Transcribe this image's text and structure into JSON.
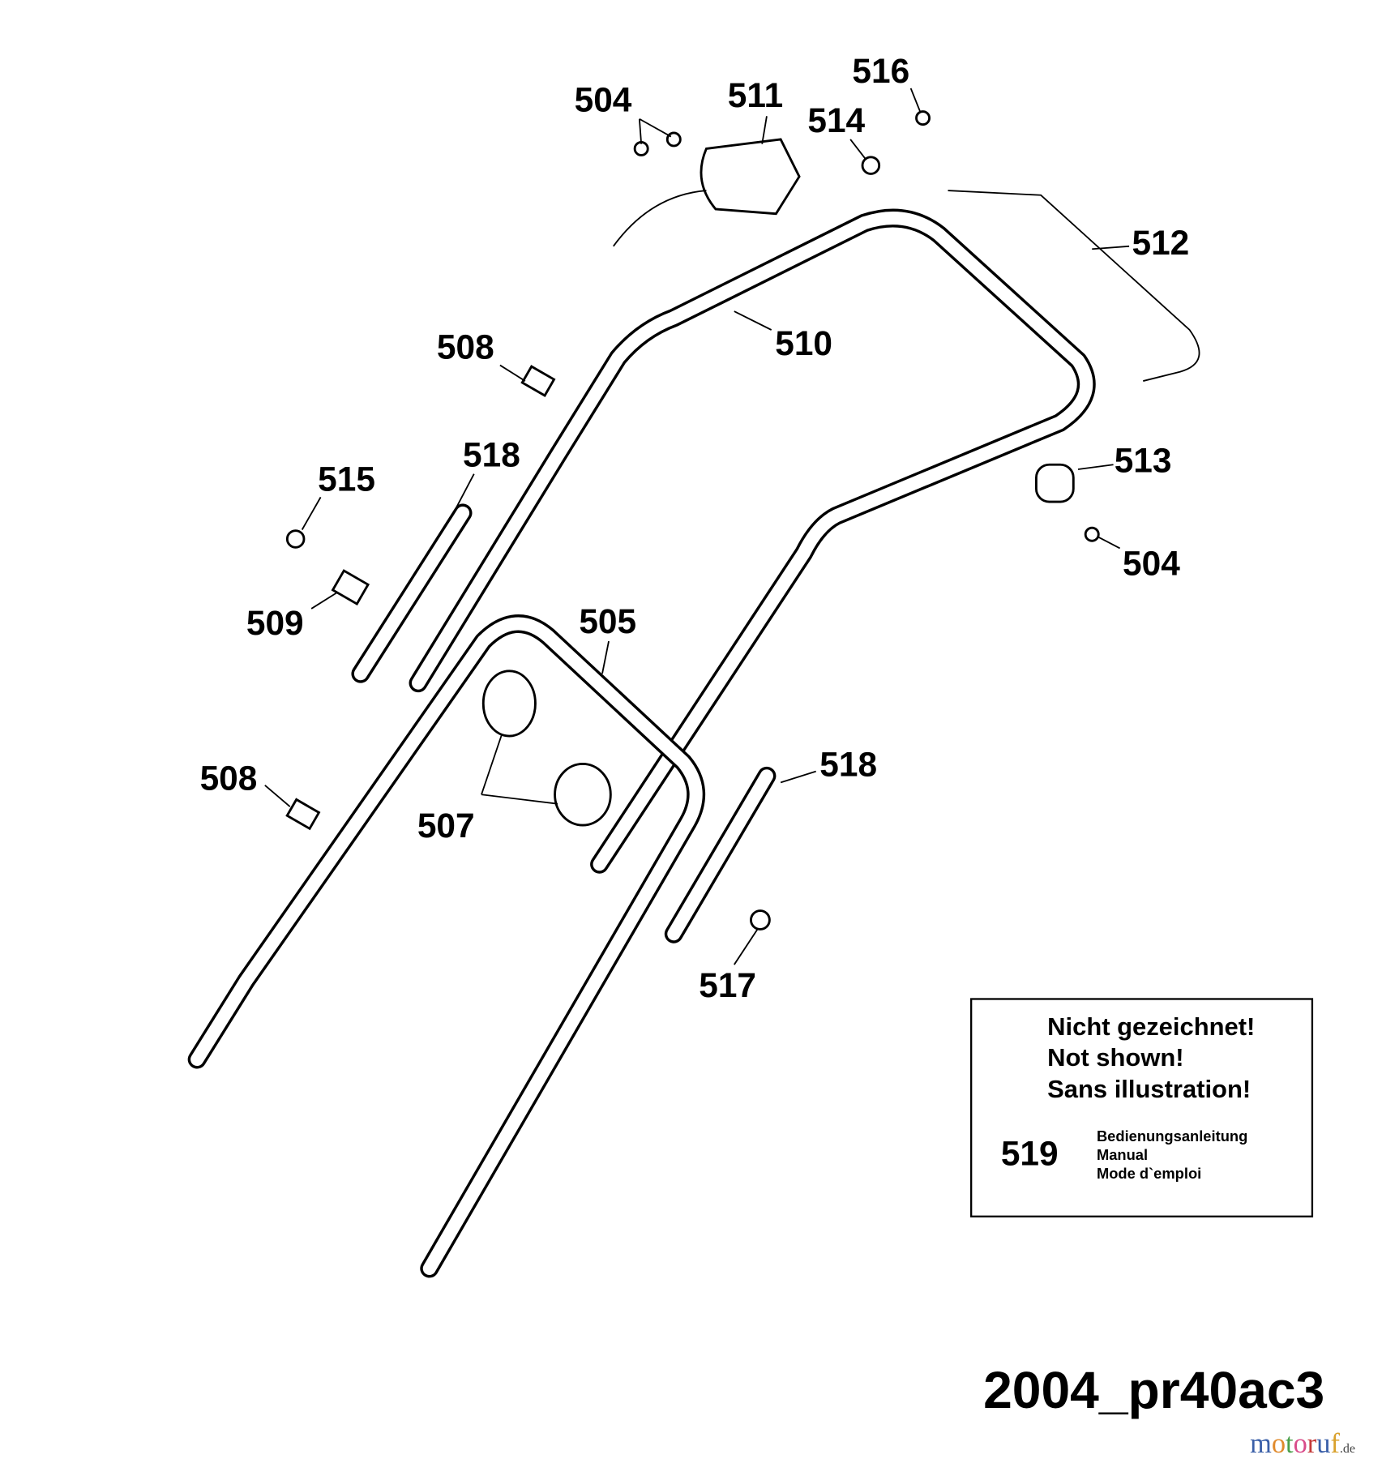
{
  "labels": {
    "p504a": "504",
    "p511": "511",
    "p516": "516",
    "p514": "514",
    "p512": "512",
    "p510": "510",
    "p508a": "508",
    "p518a": "518",
    "p515": "515",
    "p509": "509",
    "p505": "505",
    "p513": "513",
    "p504b": "504",
    "p508b": "508",
    "p507": "507",
    "p518b": "518",
    "p517": "517"
  },
  "note_box": {
    "line1": "Nicht gezeichnet!",
    "line2": "Not shown!",
    "line3": "Sans illustration!",
    "part_number": "519",
    "desc1": "Bedienungsanleitung",
    "desc2": "Manual",
    "desc3": "Mode d`emploi"
  },
  "diagram_id": "2004_pr40ac3",
  "watermark": {
    "text": "motoruf",
    "suffix": ".de",
    "colors": [
      "#3a5fa8",
      "#e08a2c",
      "#4aa04a",
      "#d94c8a",
      "#c43a3a",
      "#3a5fa8",
      "#d9a12c"
    ]
  }
}
